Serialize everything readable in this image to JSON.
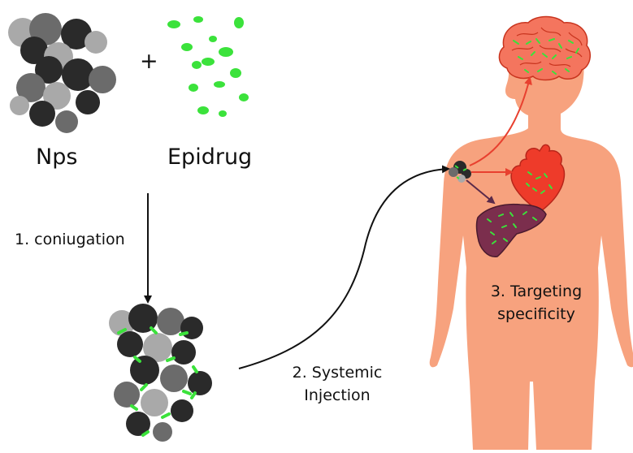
{
  "labels": {
    "nanoparticles": "Nps",
    "plus": "+",
    "epidrug": "Epidrug",
    "step1": "1. coniugation",
    "step2_line1": "2. Systemic",
    "step2_line2": "Injection",
    "step3_line1": "3. Targeting",
    "step3_line2": "specificity"
  },
  "colors": {
    "body": "#F7A27E",
    "nanoparticle_dark": "#2a2a2a",
    "nanoparticle_mid": "#6b6b6b",
    "nanoparticle_light": "#a9a9a9",
    "drug": "#3BE23B",
    "heart": "#EE3B2A",
    "liver": "#7B2E4D",
    "brain": "#F4755E",
    "arrow_red": "#E8402F",
    "arrow_liver": "#5A2A4A",
    "arrow_black": "#111111"
  },
  "icons": [
    "nanoparticle-cluster-icon",
    "epidrug-particles-icon",
    "conjugated-nanoparticle-icon",
    "human-body-icon",
    "brain-icon",
    "heart-icon",
    "liver-icon"
  ]
}
